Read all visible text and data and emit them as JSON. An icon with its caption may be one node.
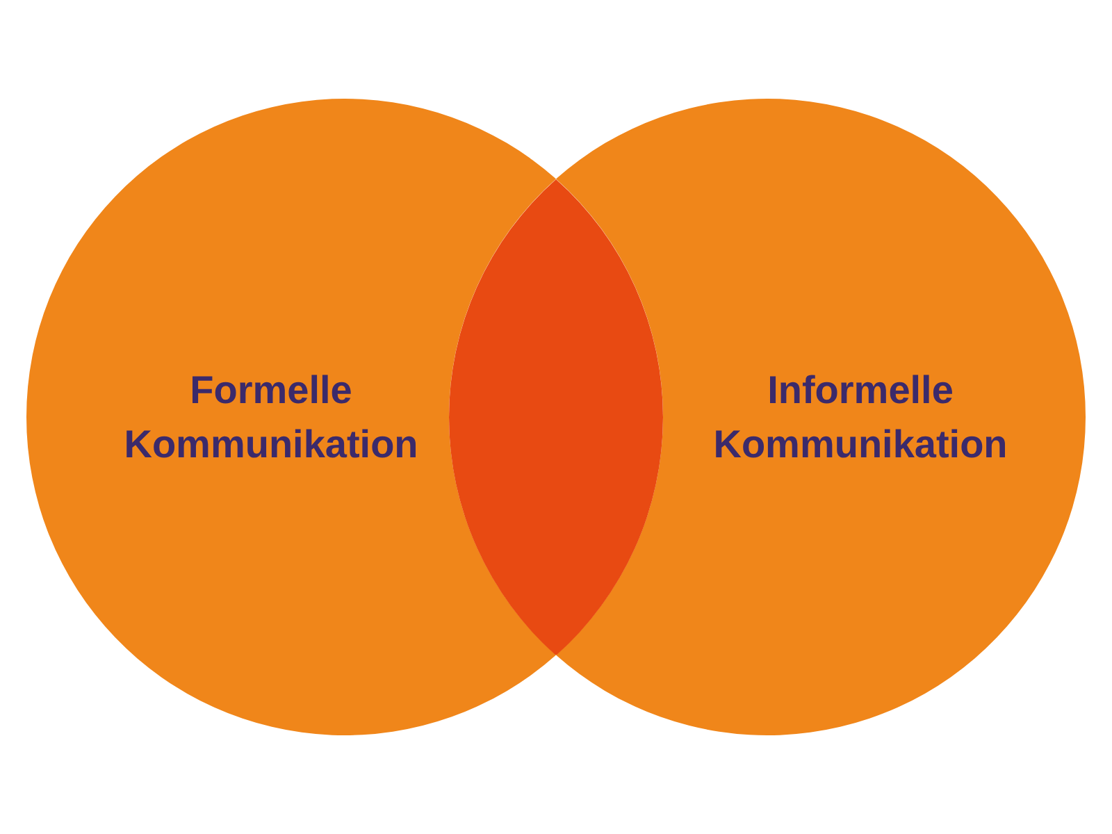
{
  "diagram": {
    "nodes": [
      {
        "text": [
          "Formelle Kommunikation"
        ]
      },
      {
        "text": [
          "Informelle Kommunikation"
        ]
      },
      {
        "text": [],
        "shape": "lens"
      }
    ]
  }
}
